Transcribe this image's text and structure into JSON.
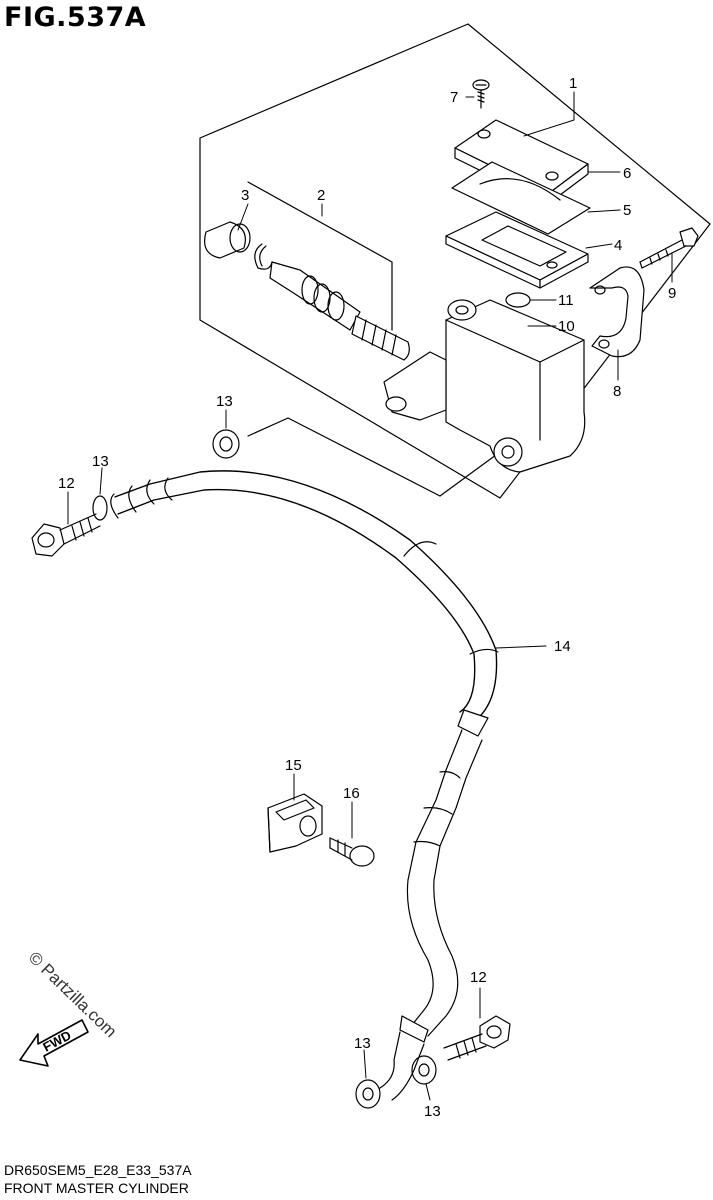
{
  "figure": {
    "title": "FIG.537A",
    "model_code": "DR650SEM5_E28_E33_537A",
    "caption": "FRONT MASTER CYLINDER",
    "watermark": "© Partzilla.com",
    "fwd_label": "FWD"
  },
  "callouts": {
    "c1": "1",
    "c2": "2",
    "c3": "3",
    "c4": "4",
    "c5": "5",
    "c6": "6",
    "c7": "7",
    "c8": "8",
    "c9": "9",
    "c10": "10",
    "c11": "11",
    "c12a": "12",
    "c13a": "13",
    "c13b": "13",
    "c14": "14",
    "c15": "15",
    "c16": "16",
    "c12b": "12",
    "c13c": "13",
    "c13d": "13"
  }
}
